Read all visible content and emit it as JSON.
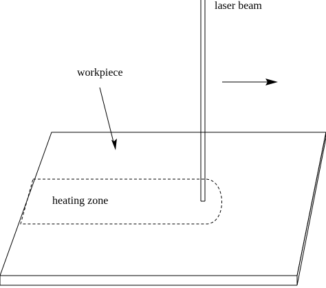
{
  "diagram": {
    "labels": {
      "laser_beam": "laser beam",
      "workpiece": "workpiece",
      "heating_zone": "heating zone"
    },
    "colors": {
      "line": "#000000",
      "background": "#ffffff"
    },
    "motion_direction": "right"
  }
}
